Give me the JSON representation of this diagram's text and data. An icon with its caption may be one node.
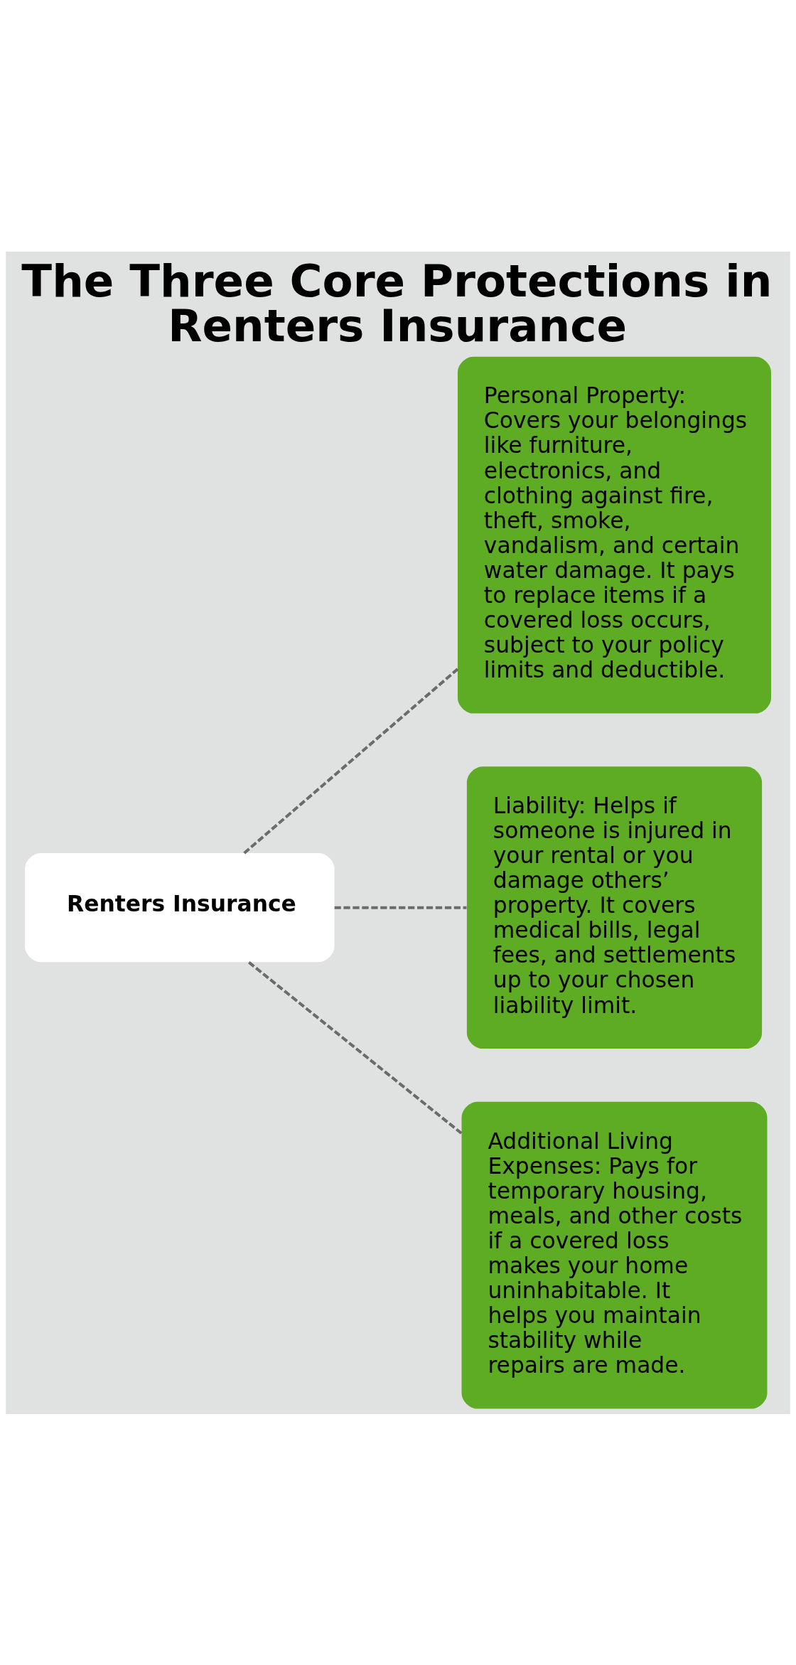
{
  "diagram": {
    "title": "The Three Core Protections in Renters Insurance",
    "nodes": [
      {
        "text": [
          "Renters Insurance"
        ]
      },
      {
        "text": [
          "Personal Property: Covers your belongings like furniture, electronics, and clothing against fire, theft, smoke, vandalism, and certain water damage. It pays to replace items if a covered loss occurs, subject to your policy limits and deductible."
        ]
      },
      {
        "text": [
          "Liability: Helps if someone is injured in your rental or you damage others’ property. It covers medical bills, legal fees, and settlements up to your chosen liability limit."
        ]
      },
      {
        "text": [
          "Additional Living Expenses: Pays for temporary housing, meals, and other costs if a covered loss makes your home uninhabitable. It helps you maintain stability while repairs are made."
        ]
      }
    ],
    "edges": [
      {
        "from": 0,
        "to": 1,
        "arrow": "none",
        "style": "dashed"
      },
      {
        "from": 0,
        "to": 2,
        "arrow": "none",
        "style": "dashed"
      },
      {
        "from": 0,
        "to": 3,
        "arrow": "none",
        "style": "dashed"
      }
    ]
  }
}
